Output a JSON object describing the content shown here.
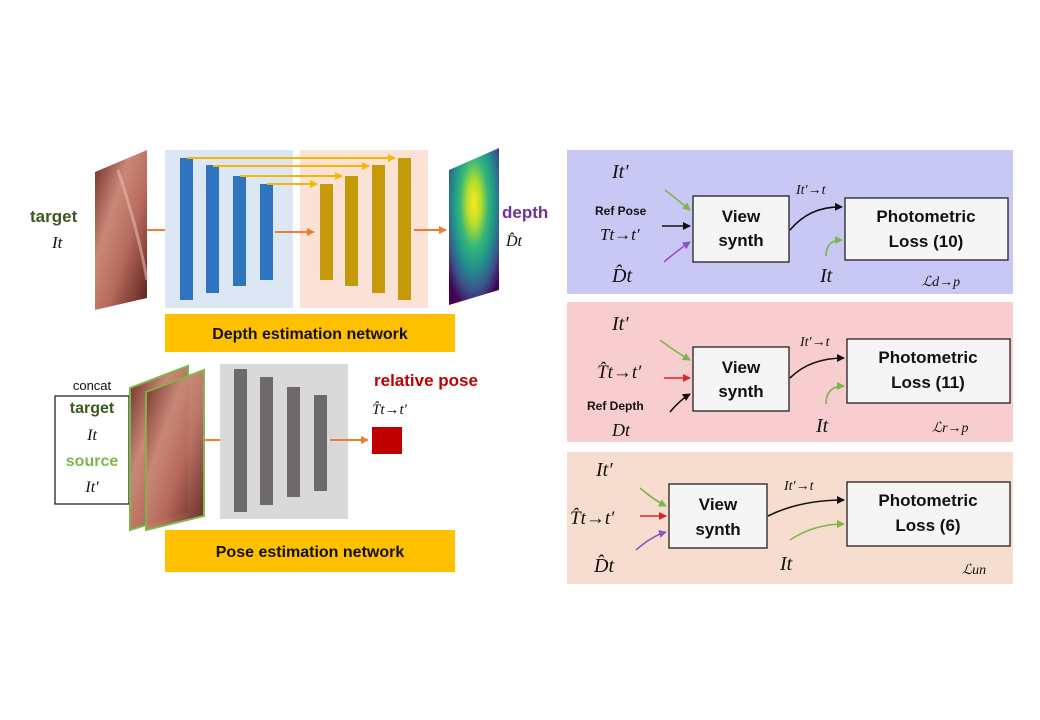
{
  "left": {
    "target_label": "target",
    "target_symbol": "It",
    "depth_label": "depth",
    "depth_symbol": "D̂t",
    "depth_net_label": "Depth estimation network",
    "concat_label": "concat",
    "concat_target": "target",
    "concat_target_symbol": "It",
    "concat_source": "source",
    "concat_source_symbol": "It′",
    "relative_pose_label": "relative pose",
    "relative_pose_symbol": "T̂t→t′",
    "pose_net_label": "Pose estimation network"
  },
  "panels": [
    {
      "input_top": "It′",
      "input_mid_label": "Ref Pose",
      "input_mid_symbol": "Tt→t′",
      "input_bottom": "D̂t",
      "view_synth_line1": "View",
      "view_synth_line2": "synth",
      "warped": "It′→t",
      "target": "It",
      "loss_line1": "Photometric",
      "loss_line2": "Loss (10)",
      "loss_symbol": "ℒd→p"
    },
    {
      "input_top": "It′",
      "input_mid_symbol": "T̂t→t′",
      "input_bottom_label": "Ref Depth",
      "input_bottom": "Dt",
      "view_synth_line1": "View",
      "view_synth_line2": "synth",
      "warped": "It′→t",
      "target": "It",
      "loss_line1": "Photometric",
      "loss_line2": "Loss (11)",
      "loss_symbol": "ℒr→p"
    },
    {
      "input_top": "It′",
      "input_mid_symbol": "T̂t→t′",
      "input_bottom": "D̂t",
      "view_synth_line1": "View",
      "view_synth_line2": "synth",
      "warped": "It′→t",
      "target": "It",
      "loss_line1": "Photometric",
      "loss_line2": "Loss (6)",
      "loss_symbol": "ℒun"
    }
  ],
  "colors": {
    "panel1_bg": "#c9c8f5",
    "panel2_bg": "#f8cdd0",
    "panel3_bg": "#f7ddd0",
    "encoder_bar": "#2f74c0",
    "decoder_bar": "#c49a08",
    "pose_bar": "#6e6a6c",
    "label_banner": "#ffc000",
    "target_green": "#3c5a1e",
    "source_green": "#7ab648",
    "depth_purple": "#7030a0",
    "pose_red": "#c00000",
    "arrow_orange": "#ee7d31"
  }
}
